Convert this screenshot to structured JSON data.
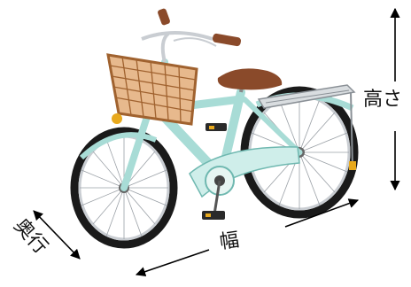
{
  "labels": {
    "height": "高さ",
    "width": "幅",
    "depth": "奥行"
  },
  "colors": {
    "frame": "#a8dcd6",
    "frame_shade": "#6fb8b0",
    "tire": "#1a1a1a",
    "rim": "#c9cdd2",
    "saddle": "#8a4a2a",
    "basket": "#c98a57",
    "grip": "#8a4a2a",
    "pedal": "#2a2a2a",
    "reflector": "#e8a91d",
    "arrow": "#000000"
  },
  "icons": {
    "main": "bicycle-illustration",
    "arrows": [
      "height-arrow-icon",
      "width-arrow-icon",
      "depth-arrow-icon"
    ]
  }
}
